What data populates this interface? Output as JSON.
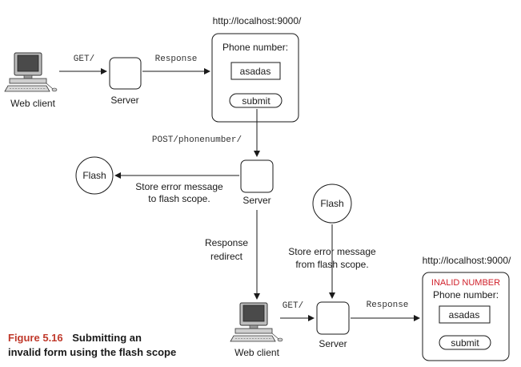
{
  "diagram": {
    "top_url": "http://localhost:9000/",
    "web_client_label": "Web client",
    "server_label": "Server",
    "get_label": "GET/",
    "response_label": "Response",
    "phone_label": "Phone number:",
    "phone_value": "asadas",
    "submit_label": "submit",
    "post_label": "POST/phonenumber/",
    "flash_label": "Flash",
    "store_msg_line1": "Store error message",
    "store_msg_line2": "to flash scope.",
    "response_redirect_line1": "Response",
    "response_redirect_line2": "redirect",
    "store_from_line1": "Store error message",
    "store_from_line2": "from flash scope.",
    "bottom_url": "http://localhost:9000/",
    "error_label": "INALID NUMBER"
  },
  "caption": {
    "number": "Figure 5.16",
    "line1": "Submitting an",
    "line2": "invalid form using the flash scope"
  }
}
